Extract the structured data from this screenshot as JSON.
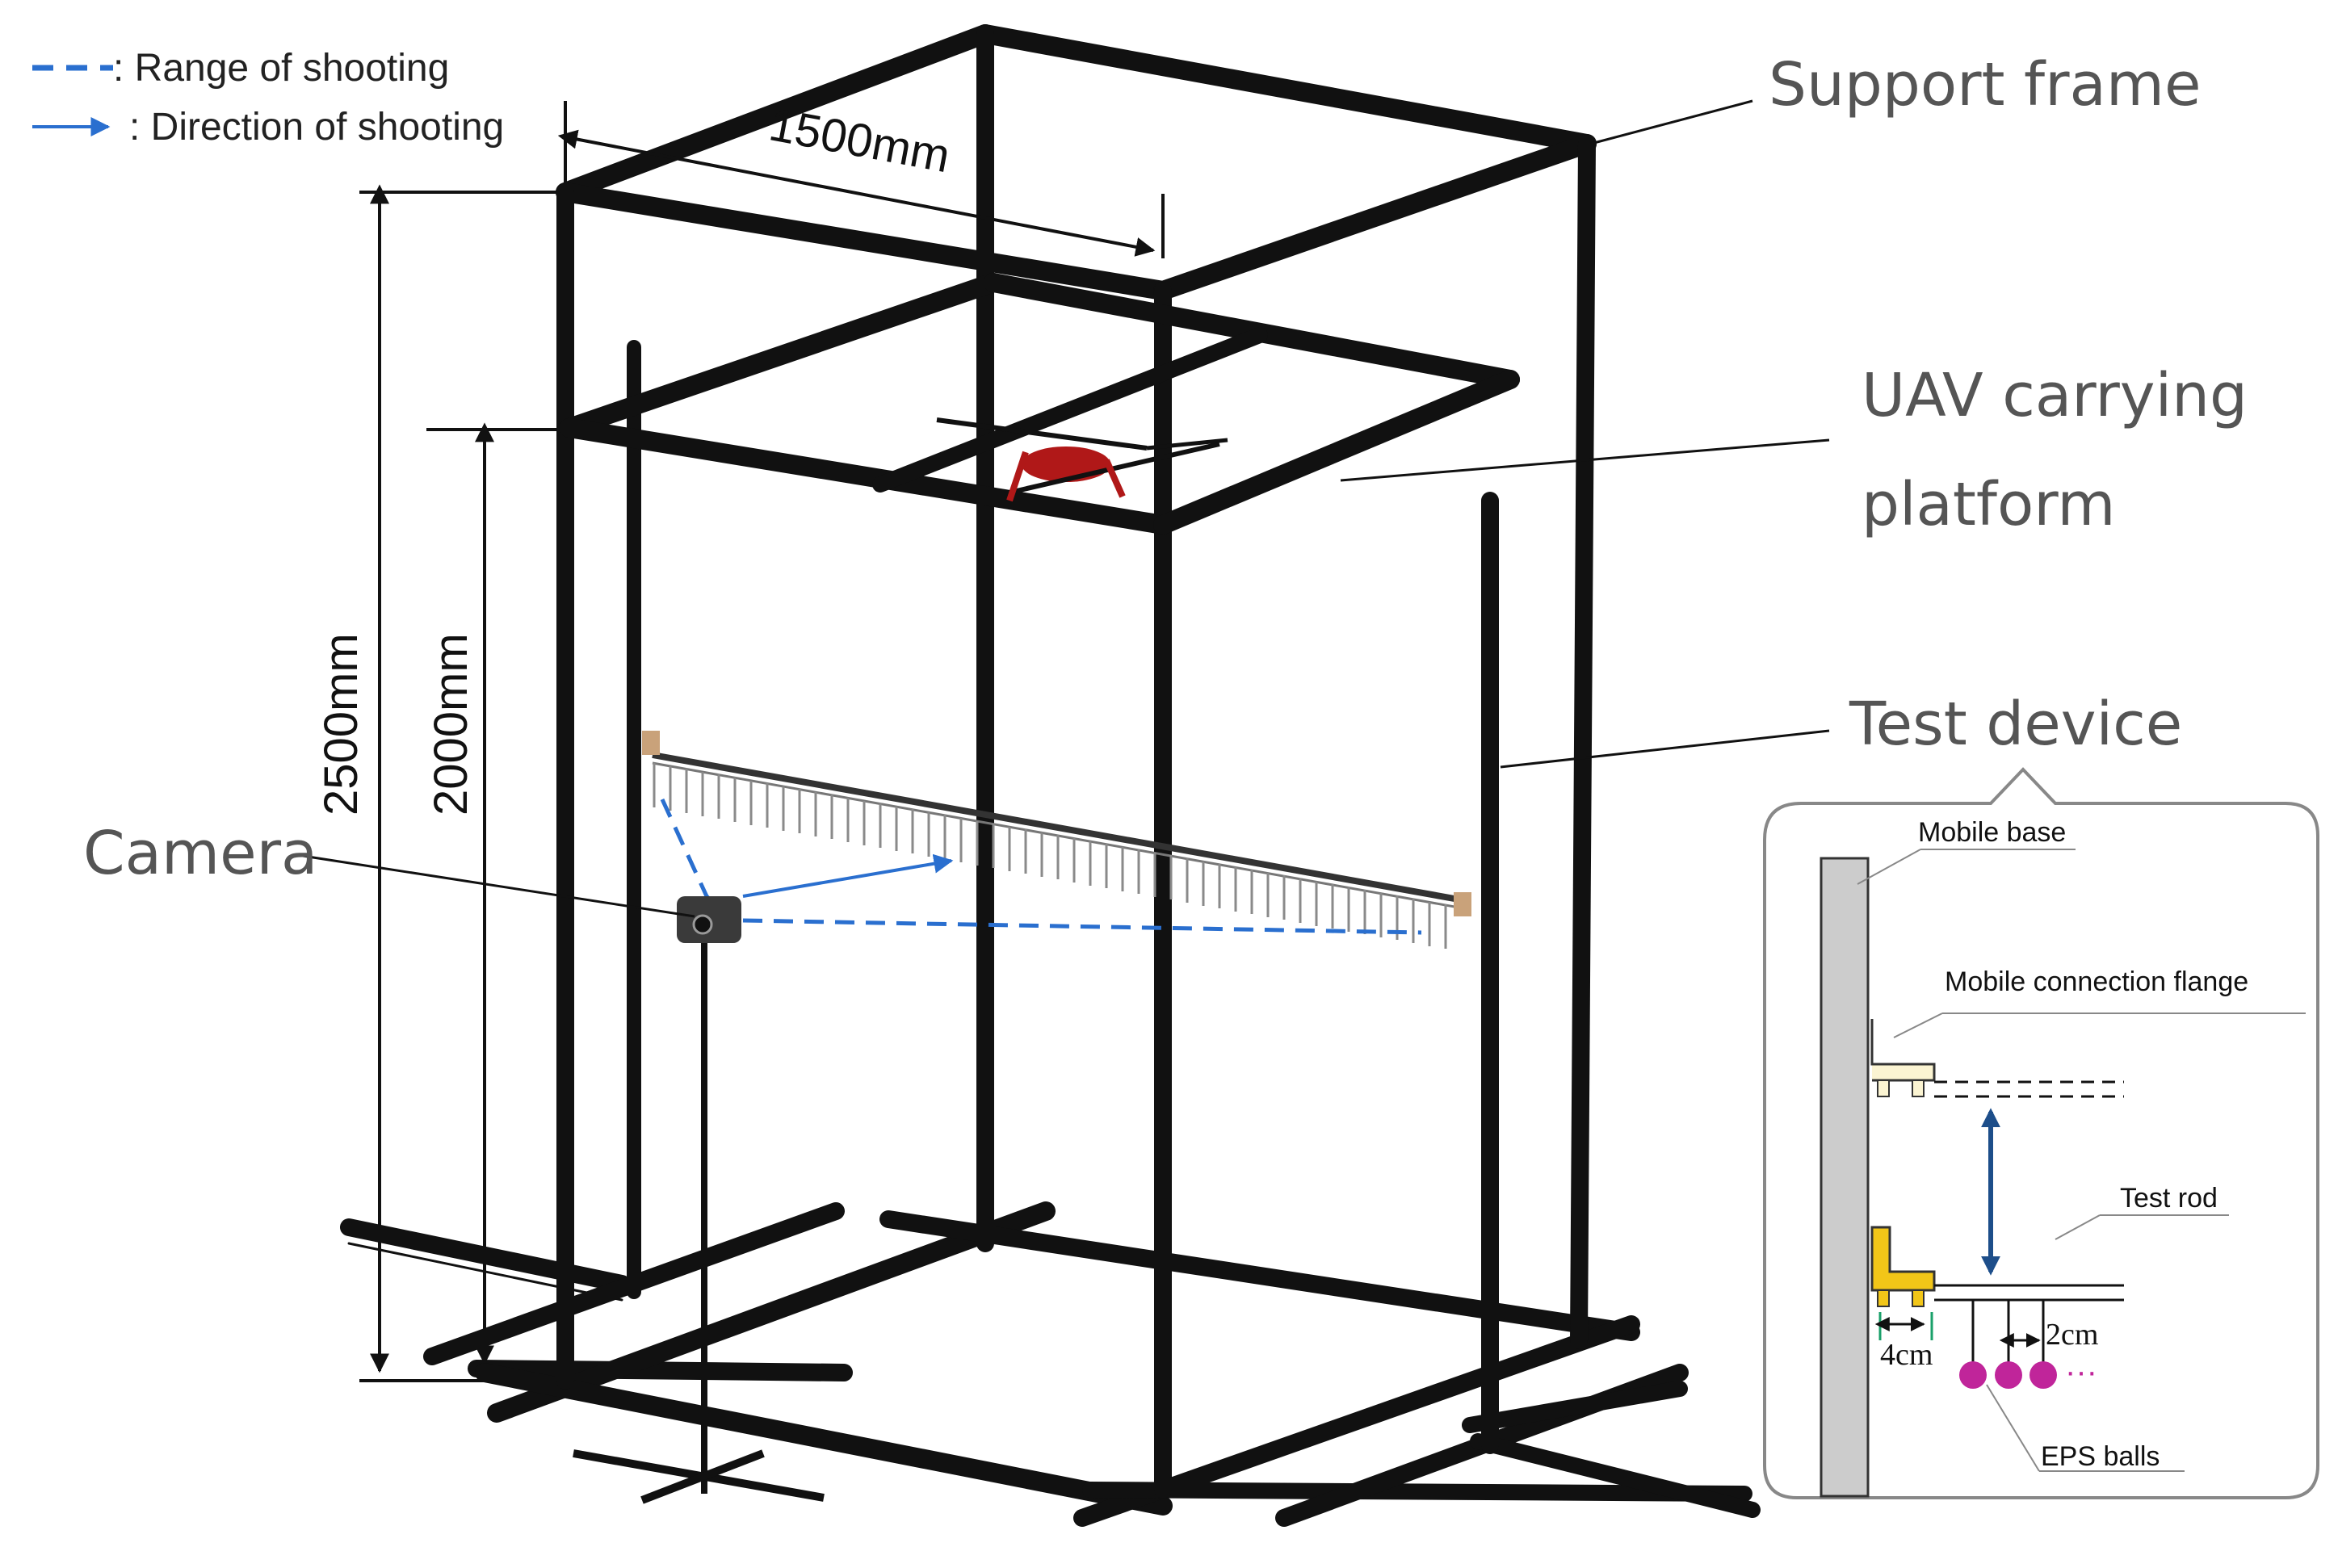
{
  "legend": {
    "range_text": ": Range of shooting",
    "direction_text": ": Direction of shooting",
    "range_color": "#2a6fcf",
    "direction_color": "#2a6fcf"
  },
  "labels": {
    "support_frame": "Support frame",
    "uav_line1": "UAV carrying",
    "uav_line2": "platform",
    "test_device": "Test device",
    "camera": "Camera"
  },
  "dimensions": {
    "width": "1500mm",
    "height_outer": "2500mm",
    "height_inner": "2000mm"
  },
  "inset": {
    "mobile_base": "Mobile base",
    "flange": "Mobile connection flange",
    "test_rod": "Test rod",
    "eps_balls": "EPS balls",
    "gap_4cm": "4cm",
    "gap_2cm": "2cm",
    "ellipsis": "···",
    "flange_color": "#f2c618",
    "ball_color": "#c0259a"
  },
  "icons": [
    "uav-icon",
    "camera-icon",
    "double-arrow-icon"
  ]
}
